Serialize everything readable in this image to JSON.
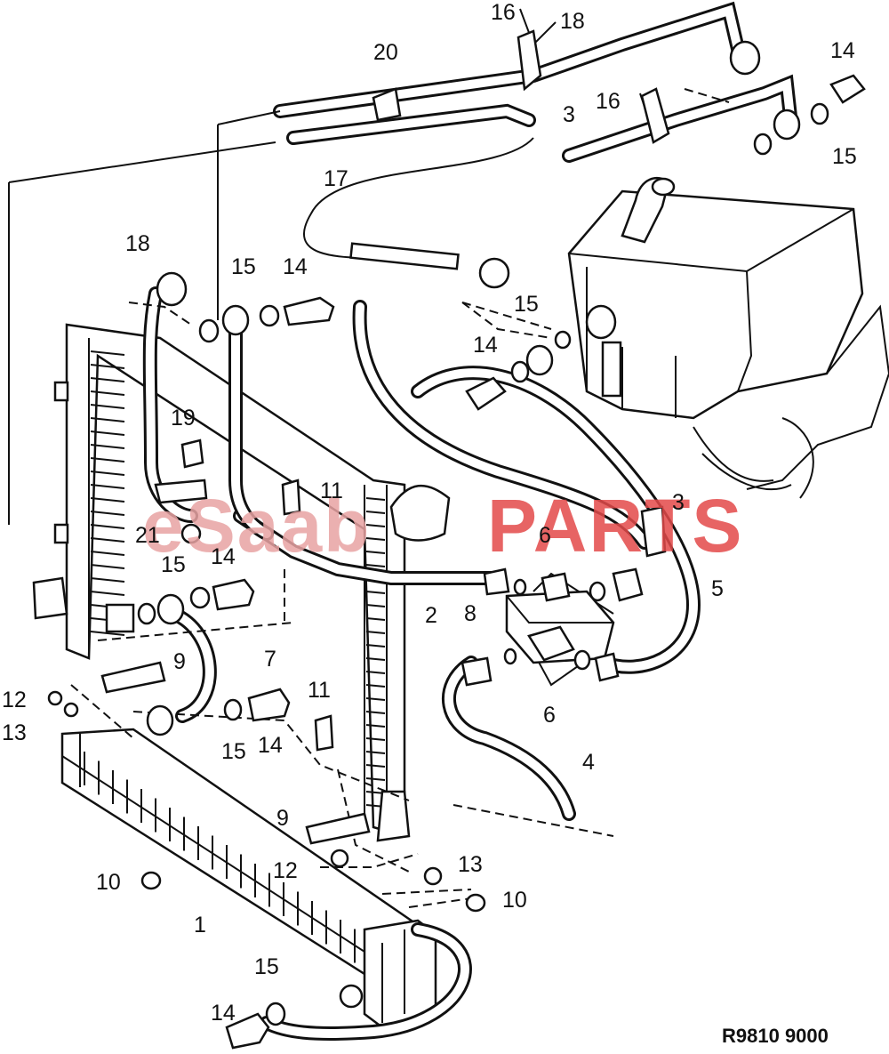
{
  "watermark": {
    "part1": "eSaab",
    "part2": "PARTS",
    "color1": "#e8a3a3",
    "color2": "#e34a4a"
  },
  "drawing_ref": "R9810 9000",
  "callouts": {
    "c1": "1",
    "c2": "2",
    "c3a": "3",
    "c3b": "3",
    "c4": "4",
    "c5": "5",
    "c6a": "6",
    "c6b": "6",
    "c7": "7",
    "c8": "8",
    "c9a": "9",
    "c9b": "9",
    "c10a": "10",
    "c10b": "10",
    "c11a": "11",
    "c11b": "11",
    "c12a": "12",
    "c12b": "12",
    "c13a": "13",
    "c13b": "13",
    "c14a": "14",
    "c14b": "14",
    "c14c": "14",
    "c14d": "14",
    "c14e": "14",
    "c14f": "14",
    "c15a": "15",
    "c15b": "15",
    "c15c": "15",
    "c15d": "15",
    "c15e": "15",
    "c15f": "15",
    "c16a": "16",
    "c16b": "16",
    "c17": "17",
    "c18a": "18",
    "c18b": "18",
    "c19": "19",
    "c20": "20",
    "c21": "21"
  }
}
